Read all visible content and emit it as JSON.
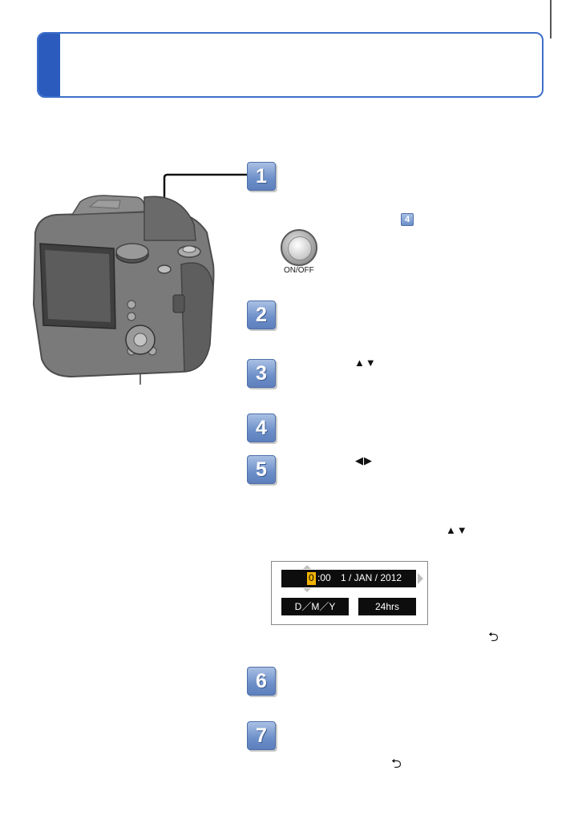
{
  "header": {
    "title": ""
  },
  "camera": {
    "label": ""
  },
  "steps": [
    {
      "num": "1",
      "text": ""
    },
    {
      "num": "2",
      "text": ""
    },
    {
      "num": "3",
      "text": ""
    },
    {
      "num": "4",
      "text": ""
    },
    {
      "num": "5",
      "text": ""
    },
    {
      "num": "6",
      "text": ""
    },
    {
      "num": "7",
      "text": ""
    }
  ],
  "step1": {
    "ref_badge": "4",
    "power_label": "ON/OFF"
  },
  "glyphs": {
    "up_down": "▲▼",
    "left_right": "◀▶",
    "back": "⮌"
  },
  "date_screen": {
    "hour": "0",
    "minute": ":00",
    "date": "1  /  JAN  /  2012",
    "format_option": "D／M／Y",
    "time_option": "24hrs"
  },
  "colors": {
    "accent": "#2a5bbd",
    "badge": "#6c8fc9",
    "highlight": "#f2b400"
  }
}
